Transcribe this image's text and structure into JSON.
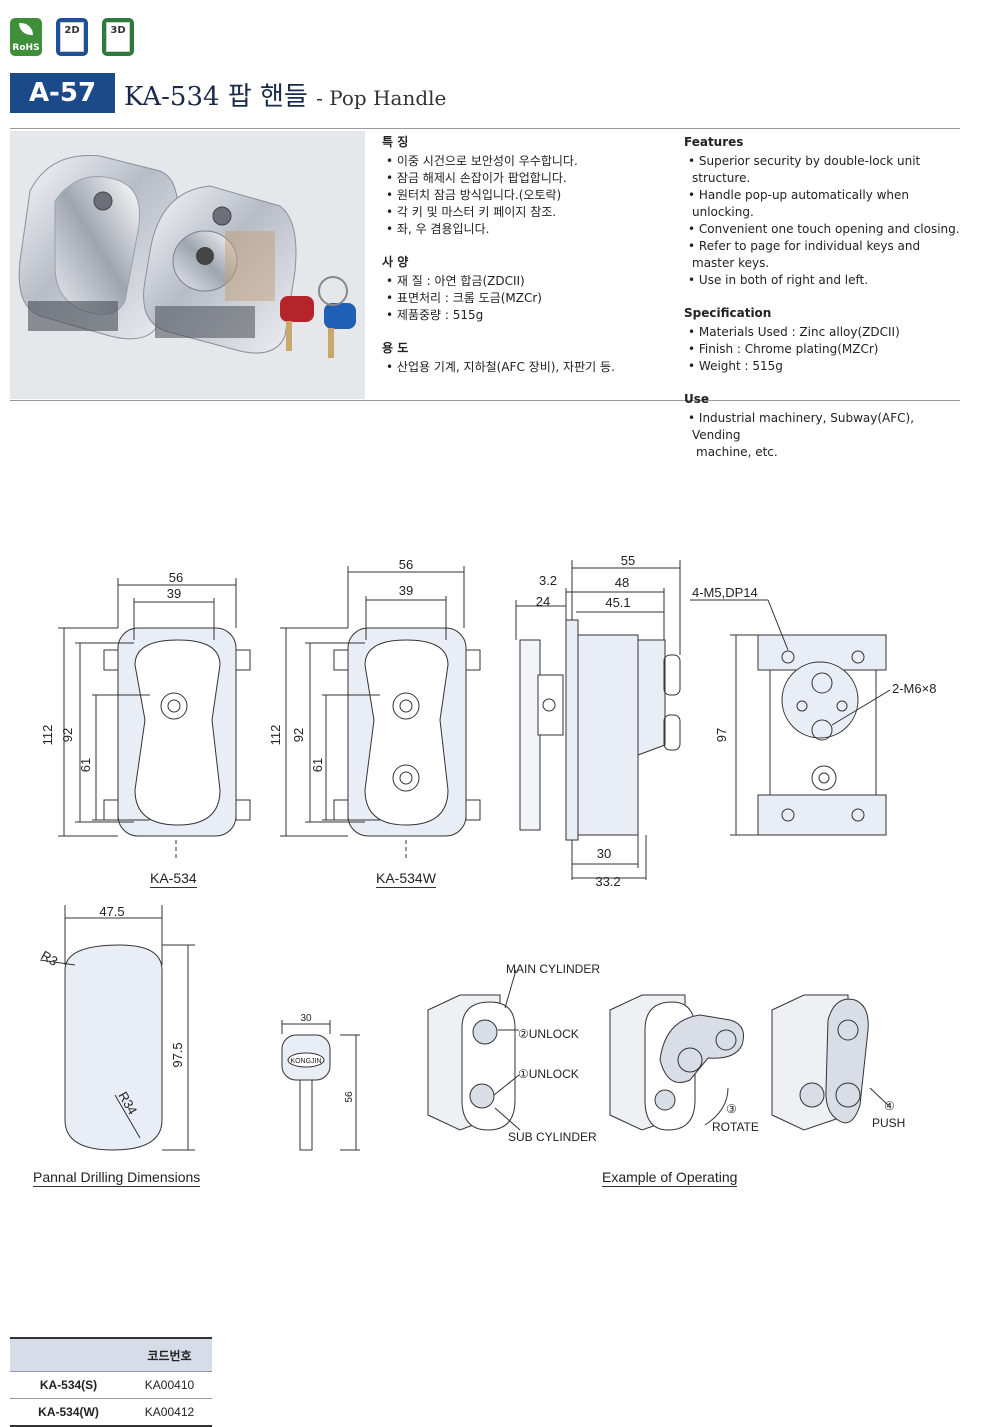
{
  "badges": {
    "rohs": "RoHS",
    "d2": "2D",
    "d3": "3D"
  },
  "header": {
    "code": "A-57",
    "title": "KA-534 팝 핸들",
    "subtitle": "- Pop Handle"
  },
  "ko": {
    "features_title": "특 징",
    "features": [
      "이중 시건으로 보안성이 우수합니다.",
      "잠금 해제시 손잡이가 팝업합니다.",
      "원터치 잠금 방식입니다.(오토락)",
      "각 키 및 마스터 키 페이지 참조.",
      "좌, 우 겸용입니다."
    ],
    "spec_title": "사 양",
    "spec": [
      "재 질 : 아연 합금(ZDCII)",
      "표면처리 : 크롬 도금(MZCr)",
      "제품중량 : 515g"
    ],
    "use_title": "용 도",
    "use": [
      "산업용 기계, 지하철(AFC 장비), 자판기 등."
    ]
  },
  "en": {
    "features_title": "Features",
    "features": [
      "Superior security by double-lock unit structure.",
      "Handle pop-up automatically when unlocking.",
      "Convenient one touch opening and closing.",
      "Refer to page for individual keys and master keys.",
      "Use in both of right and left."
    ],
    "spec_title": "Specification",
    "spec": [
      "Materials Used : Zinc alloy(ZDCII)",
      "Finish : Chrome plating(MZCr)",
      "Weight : 515g"
    ],
    "use_title": "Use",
    "use": [
      "Industrial machinery, Subway(AFC), Vending",
      "machine, etc."
    ]
  },
  "drawings": {
    "ka534": {
      "w_outer": "56",
      "w_inner": "39",
      "h_outer": "112",
      "h_mid": "92",
      "h_inner": "61",
      "caption": "KA-534"
    },
    "ka534w": {
      "w_outer": "56",
      "w_inner": "39",
      "h_outer": "112",
      "h_mid": "92",
      "h_inner": "61",
      "caption": "KA-534W"
    },
    "side": {
      "d55": "55",
      "d3_2": "3.2",
      "d48": "48",
      "d24": "24",
      "d45_1": "45.1",
      "d30": "30",
      "d33_2": "33.2"
    },
    "back": {
      "holes": "4-M5,DP14",
      "screws": "2-M6×8",
      "h97": "97"
    },
    "panel": {
      "w": "47.5",
      "r3": "R3",
      "h": "97.5",
      "r34": "R34",
      "caption": "Pannal Drilling Dimensions"
    },
    "key": {
      "w": "30",
      "h": "56",
      "brand": "KONGJIN"
    },
    "operating": {
      "main": "MAIN CYLINDER",
      "unlock2": "②UNLOCK",
      "unlock1": "①UNLOCK",
      "sub": "SUB CYLINDER",
      "rotate": "③",
      "rotate_label": "ROTATE",
      "push": "④",
      "push_label": "PUSH",
      "caption": "Example of Operating"
    }
  },
  "code_table": {
    "header": "코드번호",
    "rows": [
      {
        "model": "KA-534(S)",
        "code": "KA00410"
      },
      {
        "model": "KA-534(W)",
        "code": "KA00412"
      }
    ]
  }
}
